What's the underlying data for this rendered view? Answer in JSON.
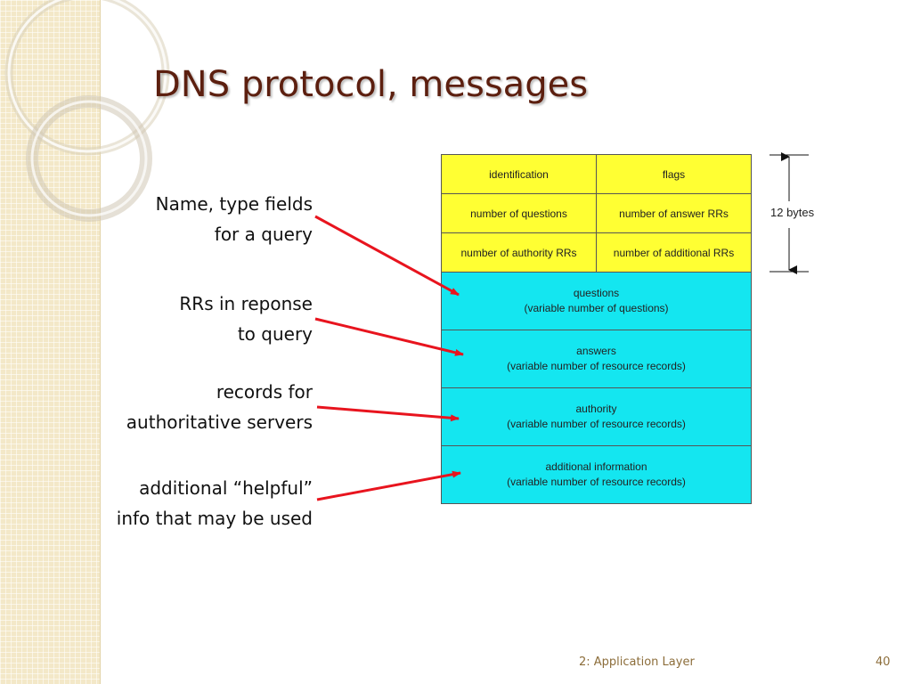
{
  "slide": {
    "title": "DNS protocol, messages",
    "footer": "2: Application Layer",
    "page_number": "40"
  },
  "labels": [
    {
      "line1": "Name, type fields",
      "line2": "for a query"
    },
    {
      "line1": "RRs in reponse",
      "line2": "to query"
    },
    {
      "line1": "records for",
      "line2": "authoritative servers"
    },
    {
      "line1": "additional “helpful”",
      "line2": "info that may be used"
    }
  ],
  "header_fields": [
    [
      "identification",
      "flags"
    ],
    [
      "number of questions",
      "number of answer RRs"
    ],
    [
      "number of authority RRs",
      "number of additional RRs"
    ]
  ],
  "sections": [
    {
      "name": "questions",
      "detail": "(variable number of questions)"
    },
    {
      "name": "answers",
      "detail": "(variable number of resource records)"
    },
    {
      "name": "authority",
      "detail": "(variable number of resource  records)"
    },
    {
      "name": "additional information",
      "detail": "(variable number of resource records)"
    }
  ],
  "header_size_label": "12 bytes",
  "colors": {
    "header_fill": "#ffff33",
    "section_fill": "#14e6f0",
    "arrow": "#e8141e",
    "title": "#5c1f0f"
  }
}
